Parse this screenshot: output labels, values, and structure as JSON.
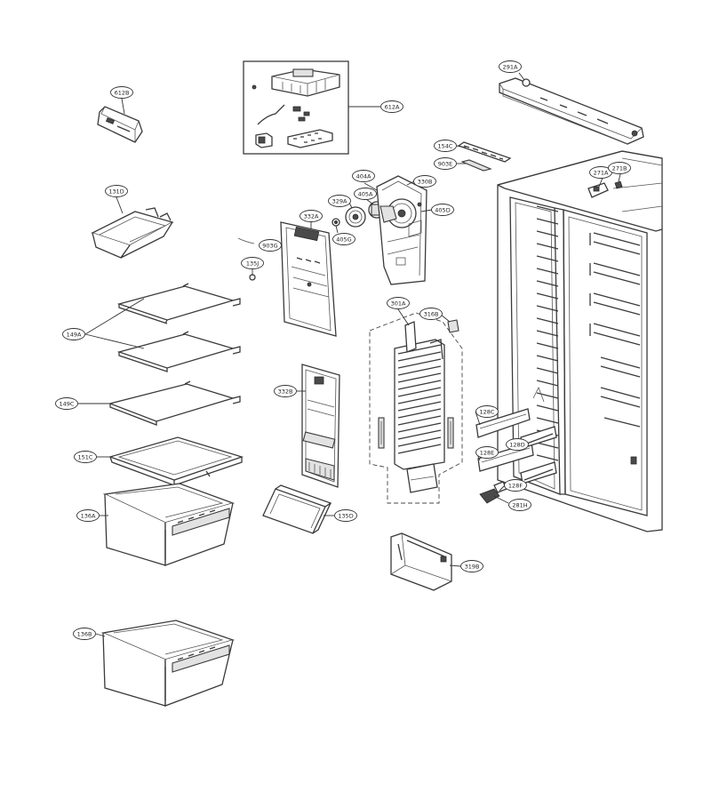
{
  "diagram": {
    "callouts": [
      {
        "id": "part-612b",
        "label": "612B"
      },
      {
        "id": "part-612a",
        "label": "612A"
      },
      {
        "id": "part-291a",
        "label": "291A"
      },
      {
        "id": "part-154c",
        "label": "154C"
      },
      {
        "id": "part-903e",
        "label": "903E"
      },
      {
        "id": "part-271a",
        "label": "271A"
      },
      {
        "id": "part-271b",
        "label": "271B"
      },
      {
        "id": "part-131d",
        "label": "131D"
      },
      {
        "id": "part-404a",
        "label": "404A"
      },
      {
        "id": "part-330b",
        "label": "330B"
      },
      {
        "id": "part-405a",
        "label": "405A"
      },
      {
        "id": "part-329a",
        "label": "329A"
      },
      {
        "id": "part-405d",
        "label": "405D"
      },
      {
        "id": "part-332a",
        "label": "332A"
      },
      {
        "id": "part-405g",
        "label": "405G"
      },
      {
        "id": "part-903g",
        "label": "903G"
      },
      {
        "id": "part-135j",
        "label": "135J"
      },
      {
        "id": "part-149a",
        "label": "149A"
      },
      {
        "id": "part-301a",
        "label": "301A"
      },
      {
        "id": "part-316b",
        "label": "316B"
      },
      {
        "id": "part-332b",
        "label": "332B"
      },
      {
        "id": "part-149c",
        "label": "149C"
      },
      {
        "id": "part-128c",
        "label": "128C"
      },
      {
        "id": "part-128d",
        "label": "128D"
      },
      {
        "id": "part-151c",
        "label": "151C"
      },
      {
        "id": "part-128e",
        "label": "128E"
      },
      {
        "id": "part-128f",
        "label": "128F"
      },
      {
        "id": "part-281h",
        "label": "281H"
      },
      {
        "id": "part-136a",
        "label": "136A"
      },
      {
        "id": "part-135d",
        "label": "135D"
      },
      {
        "id": "part-319b",
        "label": "319B"
      },
      {
        "id": "part-136b",
        "label": "136B"
      }
    ]
  }
}
